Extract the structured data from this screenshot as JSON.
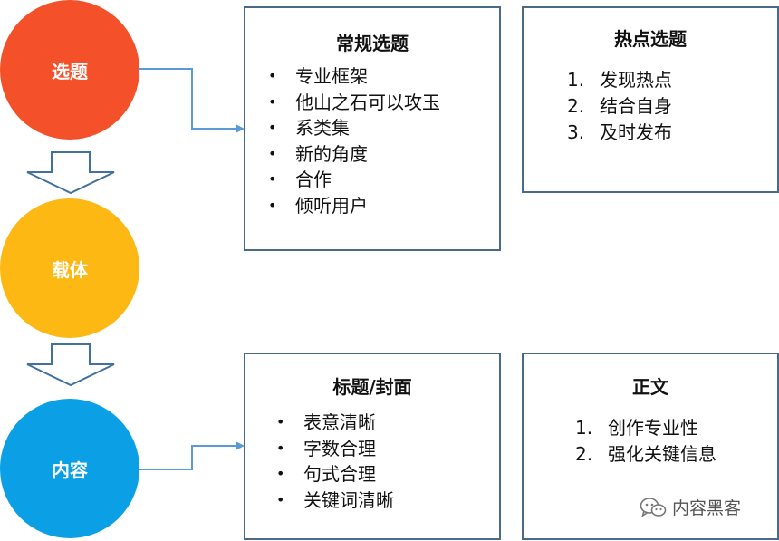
{
  "nodes": [
    {
      "label": "选题",
      "color": "#f4502a"
    },
    {
      "label": "载体",
      "color": "#fdb814"
    },
    {
      "label": "内容",
      "color": "#0ba0e6"
    }
  ],
  "boxes": {
    "regular": {
      "title": "常规选题",
      "items": [
        "专业框架",
        "他山之石可以攻玉",
        "系类集",
        "新的角度",
        "合作",
        "倾听用户"
      ]
    },
    "hot": {
      "title": "热点选题",
      "items": [
        "发现热点",
        "结合自身",
        "及时发布"
      ]
    },
    "title_cover": {
      "title": "标题/封面",
      "items": [
        "表意清晰",
        "字数合理",
        "句式合理",
        "关键词清晰"
      ]
    },
    "body": {
      "title": "正文",
      "items": [
        "创作专业性",
        "强化关键信息"
      ]
    }
  },
  "bullet_glyph": "•",
  "numbers": [
    "1.",
    "2.",
    "3."
  ],
  "watermark": {
    "text": "内容黑客",
    "icon": "wechat-icon"
  },
  "colors": {
    "box_border": "#4a6a88",
    "connector": "#5b9bd5",
    "down_arrow": "#41719c"
  }
}
